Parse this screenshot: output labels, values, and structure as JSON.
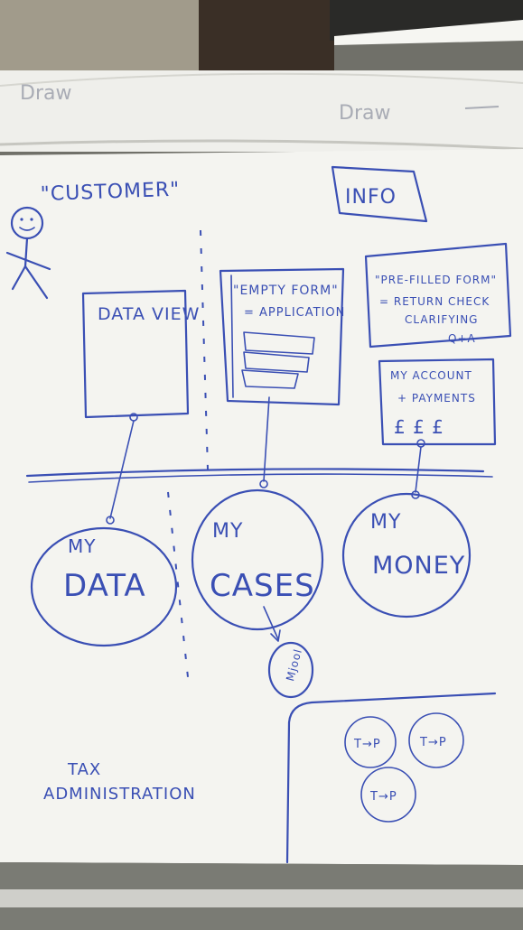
{
  "background_marks": {
    "top_left": "Draw",
    "top_right": "Draw"
  },
  "header": {
    "customer_label": "\"CUSTOMER\"",
    "info_label": "INFO"
  },
  "panels": {
    "data_view": "DATA VIEW",
    "empty_form_line1": "\"EMPTY FORM\"",
    "empty_form_line2": "= APPLICATION",
    "prefilled_line1": "\"PRE-FILLED FORM\"",
    "prefilled_line2": "= RETURN CHECK",
    "prefilled_line3": "CLARIFYING",
    "prefilled_line4": "Q+A",
    "account_line1": "MY ACCOUNT",
    "account_line2": "+ PAYMENTS",
    "account_line3": "£ £ £"
  },
  "circles": {
    "my_data_1": "MY",
    "my_data_2": "DATA",
    "my_cases_1": "MY",
    "my_cases_2": "CASES",
    "my_money_1": "MY",
    "my_money_2": "MONEY",
    "small_node": "Mjool"
  },
  "workflow_nodes": [
    "T→P",
    "T→P",
    "T→P"
  ],
  "footer": {
    "tax_1": "TAX",
    "tax_2": "ADMINISTRATION"
  },
  "colors": {
    "ink": "#3a4fb4",
    "paper": "#f3f3ee",
    "wall": "#6f706a"
  }
}
